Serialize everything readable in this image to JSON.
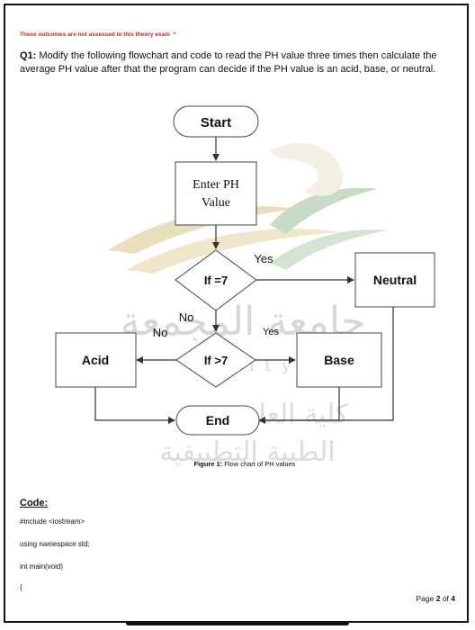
{
  "notice": {
    "text": "These outcomes are not assessed in this theory exam",
    "star": "*"
  },
  "question": {
    "number": "Q1:",
    "text": " Modify the following flowchart and code to read the PH value three times then calculate the average PH value after that the program can decide if the PH value is an acid, base, or neutral."
  },
  "flowchart": {
    "start": "Start",
    "input_line1": "Enter PH",
    "input_line2": "Value",
    "decision1": "If =7",
    "decision1_yes": "Yes",
    "decision1_no": "No",
    "neutral": "Neutral",
    "decision2": "If >7",
    "decision2_no": "No",
    "decision2_yes": "Yes",
    "acid": "Acid",
    "base": "Base",
    "end": "End",
    "caption_prefix": "Figure 1:",
    "caption_text": " Flow chart of PH values"
  },
  "watermark": {
    "arabic_line1": "جامعة المجمعة",
    "latin_line": "a n i         i t y",
    "arabic_line2": "كلية العلوم",
    "arabic_line3": "الطبية التطبيقية"
  },
  "code": {
    "heading": "Code:",
    "lines": [
      "#include <iostream>",
      "using namespace std;",
      "int main(void)",
      "{"
    ]
  },
  "page": {
    "prefix": "Page ",
    "current": "2",
    "of": " of ",
    "total": "4"
  },
  "colors": {
    "notice": "#d0261c",
    "watermark_gold": "#c9b06a",
    "watermark_green": "#6c9a6a"
  }
}
